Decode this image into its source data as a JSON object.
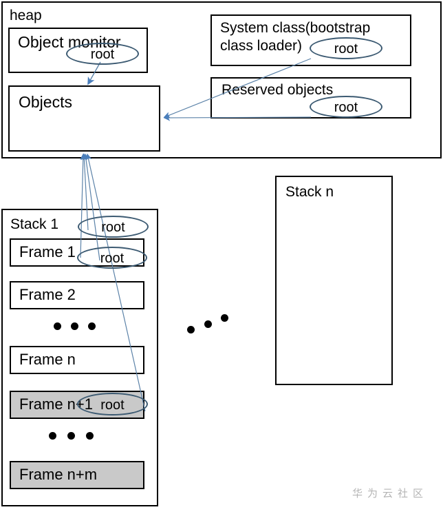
{
  "diagram": {
    "title_region": "JVM GC roots diagram",
    "heap": {
      "label": "heap",
      "boxes": [
        {
          "name": "object-monitor",
          "label": "Object monitor"
        },
        {
          "name": "objects",
          "label": "Objects"
        },
        {
          "name": "system-class",
          "label": "System class(bootstrap\nclass loader)"
        },
        {
          "name": "reserved-objects",
          "label": "Reserved objects"
        }
      ]
    },
    "stacks": {
      "stack1": {
        "label": "Stack 1",
        "frames": [
          {
            "name": "frame-1",
            "label": "Frame 1",
            "shaded": false
          },
          {
            "name": "frame-2",
            "label": "Frame 2",
            "shaded": false
          },
          {
            "name": "frame-n",
            "label": "Frame n",
            "shaded": false
          },
          {
            "name": "frame-n-plus-1",
            "label": "Frame n+1",
            "shaded": true
          },
          {
            "name": "frame-n-plus-m",
            "label": "Frame n+m",
            "shaded": true
          }
        ]
      },
      "stackn": {
        "label": "Stack n"
      }
    },
    "root_label": "root",
    "roots": [
      {
        "name": "root-object-monitor",
        "label": "root"
      },
      {
        "name": "root-system-class",
        "label": "root"
      },
      {
        "name": "root-reserved-objects",
        "label": "root"
      },
      {
        "name": "root-stack-1",
        "label": "root"
      },
      {
        "name": "root-frame-1",
        "label": "root"
      },
      {
        "name": "root-frame-n-plus-1",
        "label": "root"
      }
    ],
    "watermark": "华为云社区",
    "colors": {
      "border": "#000000",
      "arrow": "#4a7ebb",
      "arrow_thin": "#5b82a8",
      "ellipse_stroke": "#3c5a72",
      "shaded_fill": "#c9c9c9",
      "watermark": "#b5b5b5",
      "background": "#ffffff"
    }
  }
}
